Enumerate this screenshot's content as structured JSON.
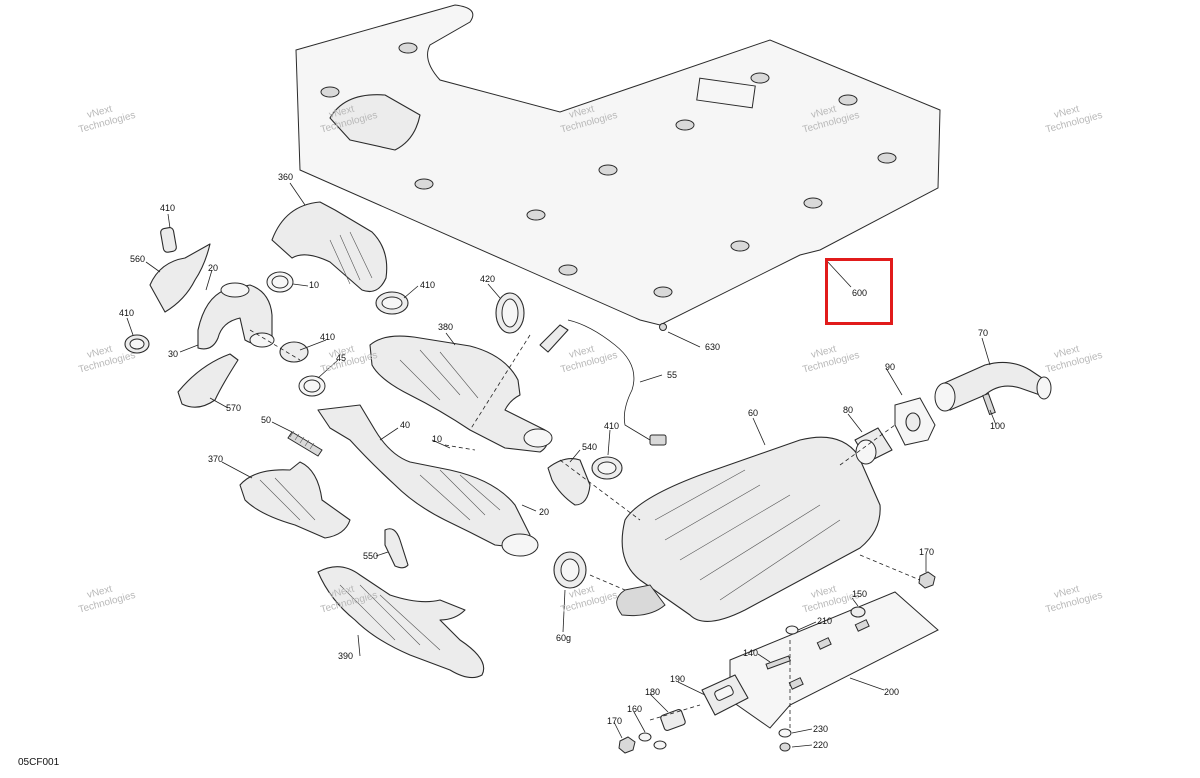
{
  "diagram_code": "05CF001",
  "highlight_color": "#e11b1b",
  "watermark": {
    "line1": "vNext",
    "line2": "Technologies"
  },
  "callouts": {
    "c360": "360",
    "c410a": "410",
    "c560": "560",
    "c20a": "20",
    "c10a": "10",
    "c410b": "410",
    "c410c": "410",
    "c30": "30",
    "c570": "570",
    "c410d": "410",
    "c45": "45",
    "c420": "420",
    "c380": "380",
    "c55": "55",
    "c630": "630",
    "c600": "600",
    "c70": "70",
    "c90": "90",
    "c80": "80",
    "c100": "100",
    "c60": "60",
    "c50": "50",
    "c40": "40",
    "c10b": "10",
    "c540": "540",
    "c410e": "410",
    "c20b": "20",
    "c370": "370",
    "c550": "550",
    "c60g": "60g",
    "c390": "390",
    "c170a": "170",
    "c150": "150",
    "c210": "210",
    "c140": "140",
    "c200": "200",
    "c190": "190",
    "c180": "180",
    "c160": "160",
    "c170b": "170",
    "c230": "230",
    "c220": "220"
  }
}
